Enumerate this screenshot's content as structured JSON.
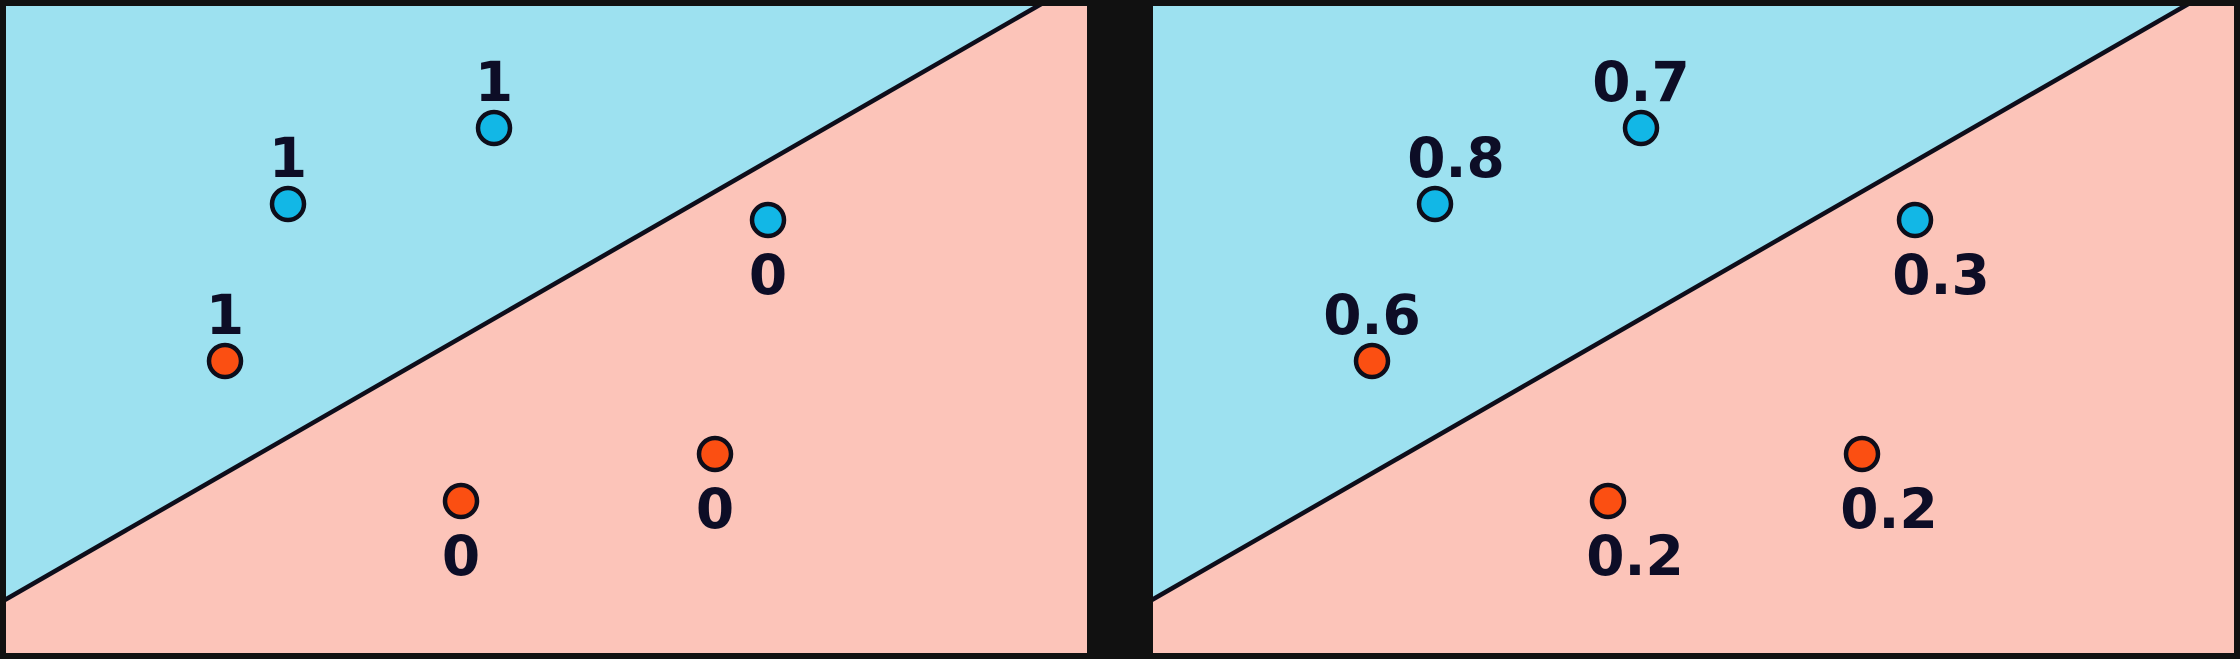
{
  "colors": {
    "class_one_region": "#9de1f0",
    "class_zero_region": "#fcc4b9",
    "class_one_point": "#12b7e6",
    "class_zero_point": "#fb4f12",
    "separator": "#111111"
  },
  "panels": [
    {
      "id": "left",
      "points": [
        {
          "class": 1,
          "label": "1",
          "above": true
        },
        {
          "class": 1,
          "label": "1",
          "above": true
        },
        {
          "class": 0,
          "label": "1",
          "above": true
        },
        {
          "class": 1,
          "label": "0",
          "above": false
        },
        {
          "class": 0,
          "label": "0",
          "above": false
        },
        {
          "class": 0,
          "label": "0",
          "above": false
        }
      ]
    },
    {
      "id": "right",
      "points": [
        {
          "class": 1,
          "label": "0.7",
          "above": true
        },
        {
          "class": 1,
          "label": "0.8",
          "above": true
        },
        {
          "class": 0,
          "label": "0.6",
          "above": true
        },
        {
          "class": 1,
          "label": "0.3",
          "above": false
        },
        {
          "class": 0,
          "label": "0.2",
          "above": false
        },
        {
          "class": 0,
          "label": "0.2",
          "above": false
        }
      ]
    }
  ]
}
